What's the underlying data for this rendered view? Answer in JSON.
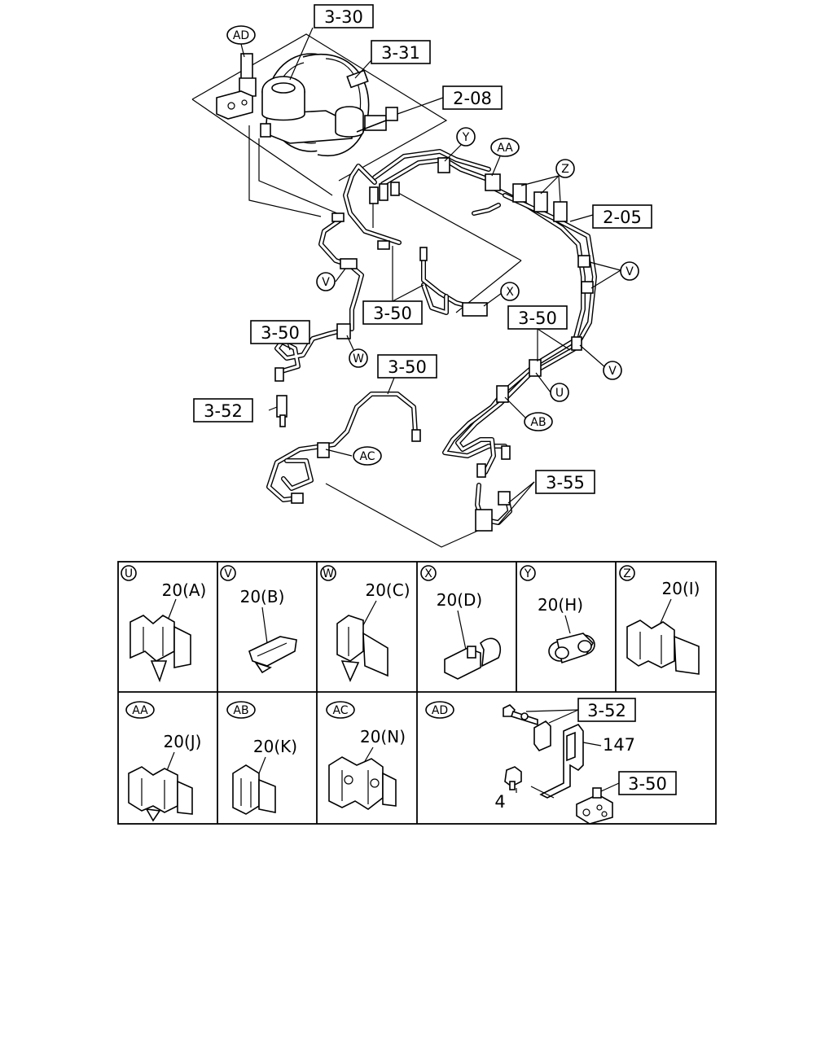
{
  "callouts": {
    "c3_30": "3-30",
    "c3_31": "3-31",
    "c2_08": "2-08",
    "c2_05": "2-05",
    "c3_50a": "3-50",
    "c3_50b": "3-50",
    "c3_50c": "3-50",
    "c3_50d": "3-50",
    "c3_52": "3-52",
    "c3_55": "3-55"
  },
  "markers": {
    "AD": "AD",
    "Y": "Y",
    "AA": "AA",
    "Z": "Z",
    "V1": "V",
    "V2": "V",
    "V3": "V",
    "X": "X",
    "W": "W",
    "U": "U",
    "AB": "AB",
    "AC": "AC"
  },
  "detail_panels": {
    "row1": [
      {
        "marker": "U",
        "part": "20(A)"
      },
      {
        "marker": "V",
        "part": "20(B)"
      },
      {
        "marker": "W",
        "part": "20(C)"
      },
      {
        "marker": "X",
        "part": "20(D)"
      },
      {
        "marker": "Y",
        "part": "20(H)"
      },
      {
        "marker": "Z",
        "part": "20(I)"
      }
    ],
    "row2": [
      {
        "marker": "AA",
        "part": "20(J)"
      },
      {
        "marker": "AB",
        "part": "20(K)"
      },
      {
        "marker": "AC",
        "part": "20(N)"
      }
    ],
    "ad_panel": {
      "marker": "AD",
      "callout_352": "3-52",
      "part_147": "147",
      "part_4": "4",
      "callout_350": "3-50"
    }
  }
}
